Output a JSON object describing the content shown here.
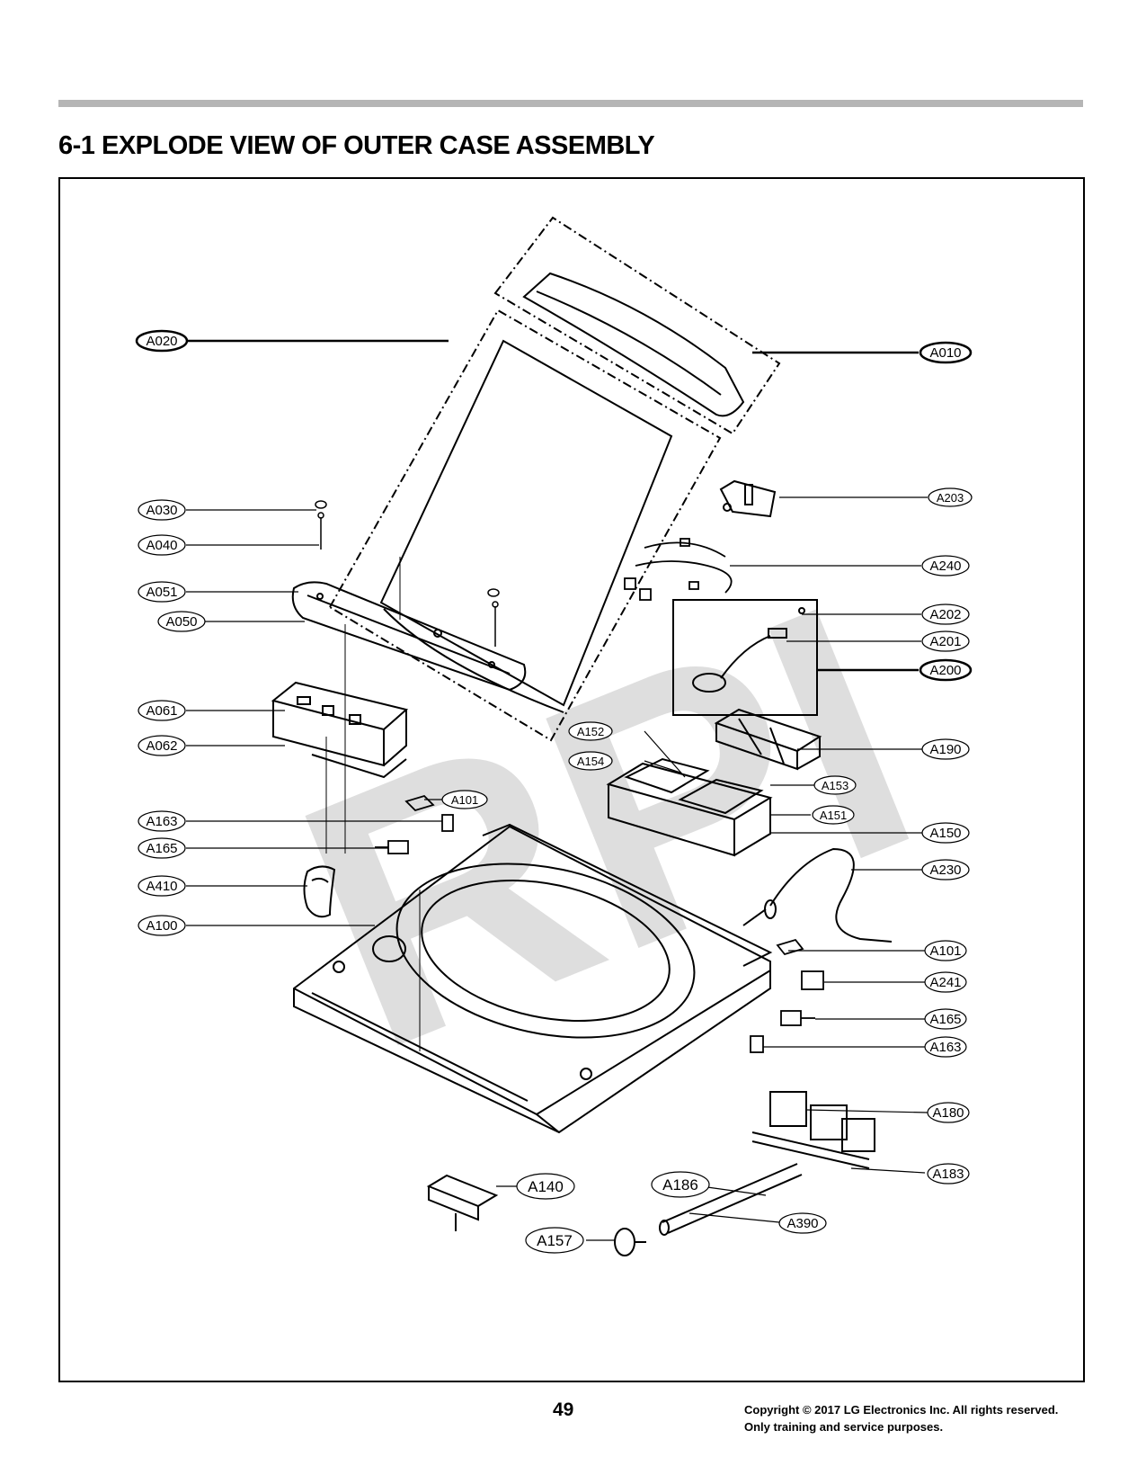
{
  "page": {
    "title": "6-1 EXPLODE VIEW OF OUTER CASE ASSEMBLY",
    "page_number": "49",
    "copyright_line1": "Copyright © 2017 LG Electronics Inc. All rights reserved.",
    "copyright_line2": "Only training and service purposes.",
    "watermark": "RPI"
  },
  "callouts": [
    {
      "id": "A020"
    },
    {
      "id": "A010"
    },
    {
      "id": "A203"
    },
    {
      "id": "A030"
    },
    {
      "id": "A040"
    },
    {
      "id": "A240"
    },
    {
      "id": "A051"
    },
    {
      "id": "A202"
    },
    {
      "id": "A050"
    },
    {
      "id": "A201"
    },
    {
      "id": "A200"
    },
    {
      "id": "A061"
    },
    {
      "id": "A152"
    },
    {
      "id": "A062"
    },
    {
      "id": "A190"
    },
    {
      "id": "A154"
    },
    {
      "id": "A153"
    },
    {
      "id": "A101"
    },
    {
      "id": "A151"
    },
    {
      "id": "A163"
    },
    {
      "id": "A150"
    },
    {
      "id": "A165"
    },
    {
      "id": "A230"
    },
    {
      "id": "A410"
    },
    {
      "id": "A100"
    },
    {
      "id": "A101"
    },
    {
      "id": "A241"
    },
    {
      "id": "A165"
    },
    {
      "id": "A163"
    },
    {
      "id": "A180"
    },
    {
      "id": "A140"
    },
    {
      "id": "A186"
    },
    {
      "id": "A183"
    },
    {
      "id": "A390"
    },
    {
      "id": "A157"
    }
  ]
}
